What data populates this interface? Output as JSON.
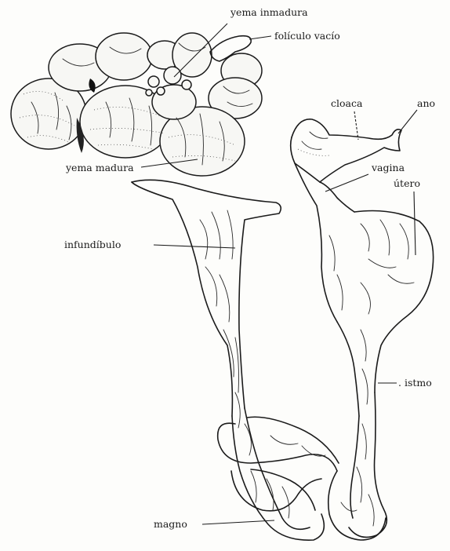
{
  "labels": {
    "yema_inmadura": "yema inmadura",
    "foliculo_vacio": "folículo vacío",
    "yema_madura": "yema madura",
    "cloaca": "cloaca",
    "ano": "ano",
    "vagina": "vagina",
    "utero": "útero",
    "infundibulo": "infundíbulo",
    "istmo": ". istmo",
    "magno": "magno"
  },
  "colors": {
    "ink": "#1b1b1b",
    "paper": "#fdfdfb"
  }
}
